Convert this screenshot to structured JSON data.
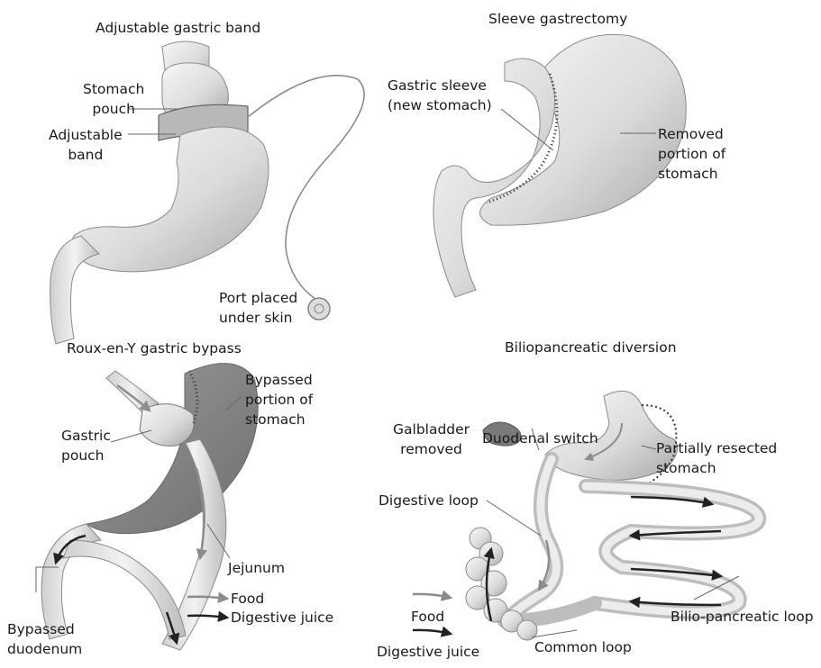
{
  "panels": {
    "band": {
      "title": "Adjustable gastric band",
      "labels": {
        "pouch": "Stomach\npouch",
        "band": "Adjustable\nband",
        "port": "Port placed\nunder skin"
      }
    },
    "sleeve": {
      "title": "Sleeve gastrectomy",
      "labels": {
        "sleeve": "Gastric sleeve\n(new stomach)",
        "removed": "Removed\nportion of\nstomach"
      }
    },
    "bypass": {
      "title": "Roux-en-Y gastric bypass",
      "labels": {
        "bypassed_stomach": "Bypassed\nportion of\nstomach",
        "pouch": "Gastric\npouch",
        "jejunum": "Jejunum",
        "duodenum": "Bypassed\nduodenum"
      },
      "legend": {
        "food": "Food",
        "juice": "Digestive juice"
      }
    },
    "bpd": {
      "title": "Biliopancreatic diversion",
      "labels": {
        "gallbladder": "Galbladder\nremoved",
        "switch": "Duodenal switch",
        "resected": "Partially resected\nstomach",
        "digestive_loop": "Digestive loop",
        "bp_loop": "Bilio-pancreatic loop",
        "common_loop": "Common loop"
      },
      "legend": {
        "food": "Food",
        "juice": "Digestive juice"
      }
    }
  },
  "colors": {
    "organ_light": "#e6e6e6",
    "organ_mid": "#c8c8c8",
    "organ_dark": "#9a9a9a",
    "leader": "#666666",
    "food_arrow": "#8c8c8c",
    "juice_arrow": "#222222"
  }
}
